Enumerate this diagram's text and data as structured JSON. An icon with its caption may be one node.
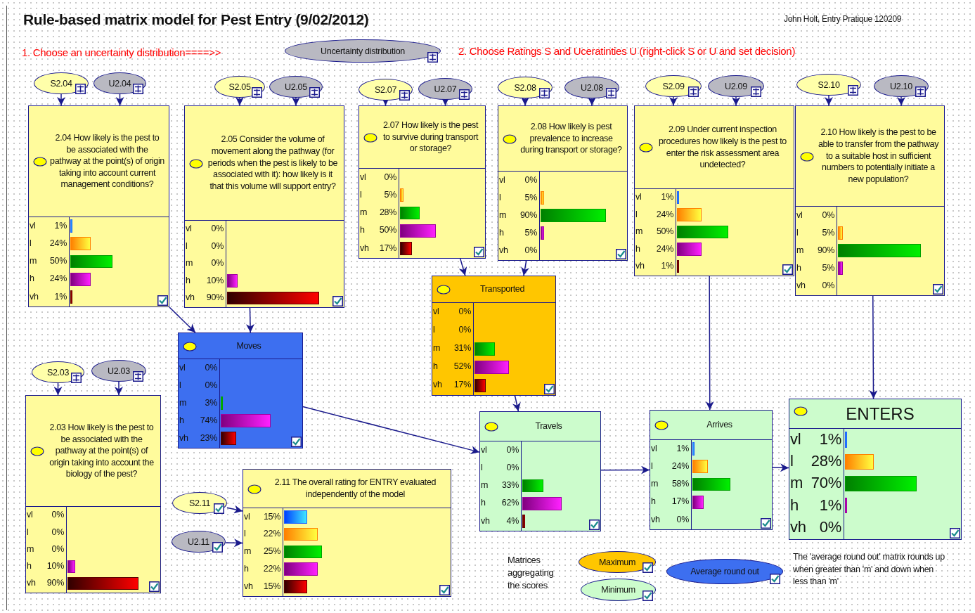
{
  "diagram": {
    "title": "Rule-based matrix model for Pest Entry (9/02/2012)",
    "nodes": [
      {
        "text": [
          "Uncertainty distribution"
        ]
      },
      {
        "text": [
          "S2.04"
        ]
      },
      {
        "text": [
          "U2.04"
        ]
      },
      {
        "text": [
          "S2.05"
        ]
      },
      {
        "text": [
          "U2.05"
        ]
      },
      {
        "text": [
          "S2.07"
        ]
      },
      {
        "text": [
          "U2.07"
        ]
      },
      {
        "text": [
          "S2.08"
        ]
      },
      {
        "text": [
          "U2.08"
        ]
      },
      {
        "text": [
          "S2.09"
        ]
      },
      {
        "text": [
          "U2.09"
        ]
      },
      {
        "text": [
          "S2.10"
        ]
      },
      {
        "text": [
          "U2.10"
        ]
      },
      {
        "text": [
          "2.04 How likely is the pest to be associated with the pathway at the point(s) of origin taking into account current management conditions?",
          "vl 1%",
          "l 24%",
          "m 50%",
          "h 24%",
          "vh 1%"
        ]
      },
      {
        "text": [
          "2.05 Consider the volume of movement along the pathway (for periods when the pest is likely to be associated with it): how likely is it that this volume will support entry?",
          "vl 0%",
          "l 0%",
          "m 0%",
          "h 10%",
          "vh 90%"
        ]
      },
      {
        "text": [
          "2.07 How likely is the pest to survive during transport or storage?",
          "vl 0%",
          "l 5%",
          "m 28%",
          "h 50%",
          "vh 17%"
        ]
      },
      {
        "text": [
          "2.08 How likely is pest prevalence to increase during transport or storage?",
          "vl 0%",
          "l 5%",
          "m 90%",
          "h 5%",
          "vh 0%"
        ]
      },
      {
        "text": [
          "2.09 Under current inspection procedures how likely is the pest to enter the risk assessment area undetected?",
          "vl 1%",
          "l 24%",
          "m 50%",
          "h 24%",
          "vh 1%"
        ]
      },
      {
        "text": [
          "2.10 How likely is the pest to be able to transfer from the pathway to a suitable host in sufficient numbers to potentially initiate a new population?",
          "vl 0%",
          "l 5%",
          "m 90%",
          "h 5%",
          "vh 0%"
        ]
      },
      {
        "text": [
          "Transported",
          "vl 0%",
          "l 0%",
          "m 31%",
          "h 52%",
          "vh 17%"
        ]
      },
      {
        "text": [
          "Moves",
          "vl 0%",
          "l 0%",
          "m 3%",
          "h 74%",
          "vh 23%"
        ]
      },
      {
        "text": [
          "S2.03"
        ]
      },
      {
        "text": [
          "U2.03"
        ]
      },
      {
        "text": [
          "2.03 How likely is the pest to be associated with the pathway at the point(s) of origin taking into account the biology of the pest?",
          "vl 0%",
          "l 0%",
          "m 0%",
          "h 10%",
          "vh 90%"
        ]
      },
      {
        "text": [
          "Travels",
          "vl 0%",
          "l 0%",
          "m 33%",
          "h 62%",
          "vh 4%"
        ]
      },
      {
        "text": [
          "Arrives",
          "vl 1%",
          "l 24%",
          "m 58%",
          "h 17%",
          "vh 0%"
        ]
      },
      {
        "text": [
          "ENTERS",
          "vl 1%",
          "l 28%",
          "m 70%",
          "h 1%",
          "vh 0%"
        ]
      },
      {
        "text": [
          "S2.11"
        ]
      },
      {
        "text": [
          "U2.11"
        ]
      },
      {
        "text": [
          "2.11 The overall rating for ENTRY evaluated independently of the model",
          "vl 15%",
          "l 22%",
          "m 25%",
          "h 22%",
          "vh 15%"
        ]
      },
      {
        "text": [
          "Maximum"
        ]
      },
      {
        "text": [
          "Average round out"
        ]
      },
      {
        "text": [
          "Minimum"
        ]
      }
    ],
    "edges": [
      {
        "from": 1,
        "to": 13,
        "arrow": "to"
      },
      {
        "from": 2,
        "to": 13,
        "arrow": "to"
      },
      {
        "from": 3,
        "to": 14,
        "arrow": "to"
      },
      {
        "from": 4,
        "to": 14,
        "arrow": "to"
      },
      {
        "from": 5,
        "to": 15,
        "arrow": "to"
      },
      {
        "from": 6,
        "to": 15,
        "arrow": "to"
      },
      {
        "from": 7,
        "to": 16,
        "arrow": "to"
      },
      {
        "from": 8,
        "to": 16,
        "arrow": "to"
      },
      {
        "from": 9,
        "to": 17,
        "arrow": "to"
      },
      {
        "from": 10,
        "to": 17,
        "arrow": "to"
      },
      {
        "from": 11,
        "to": 18,
        "arrow": "to"
      },
      {
        "from": 12,
        "to": 18,
        "arrow": "to"
      },
      {
        "from": 21,
        "to": 23,
        "arrow": "to"
      },
      {
        "from": 22,
        "to": 23,
        "arrow": "to"
      },
      {
        "from": 27,
        "to": 29,
        "arrow": "to"
      },
      {
        "from": 28,
        "to": 29,
        "arrow": "to"
      },
      {
        "from": 13,
        "to": 20,
        "arrow": "to"
      },
      {
        "from": 14,
        "to": 20,
        "arrow": "to"
      },
      {
        "from": 15,
        "to": 19,
        "arrow": "to"
      },
      {
        "from": 16,
        "to": 19,
        "arrow": "to"
      },
      {
        "from": 19,
        "to": 24,
        "arrow": "to"
      },
      {
        "from": 20,
        "to": 24,
        "arrow": "to"
      },
      {
        "from": 24,
        "to": 25,
        "arrow": "to"
      },
      {
        "from": 17,
        "to": 25,
        "arrow": "to"
      },
      {
        "from": 25,
        "to": 26,
        "arrow": "to"
      },
      {
        "from": 18,
        "to": 26,
        "arrow": "to"
      }
    ],
    "labels": [
      "John Holt, Entry Pratique 120209",
      "1. Choose an uncertainty distribution====>>",
      "2. Choose Ratings S and Uceratinties U (right-click S or U and set decision)",
      "Matrices aggregating the scores",
      "The 'average round out' matrix rounds up when greater than 'm' and down when less than 'm'"
    ]
  }
}
